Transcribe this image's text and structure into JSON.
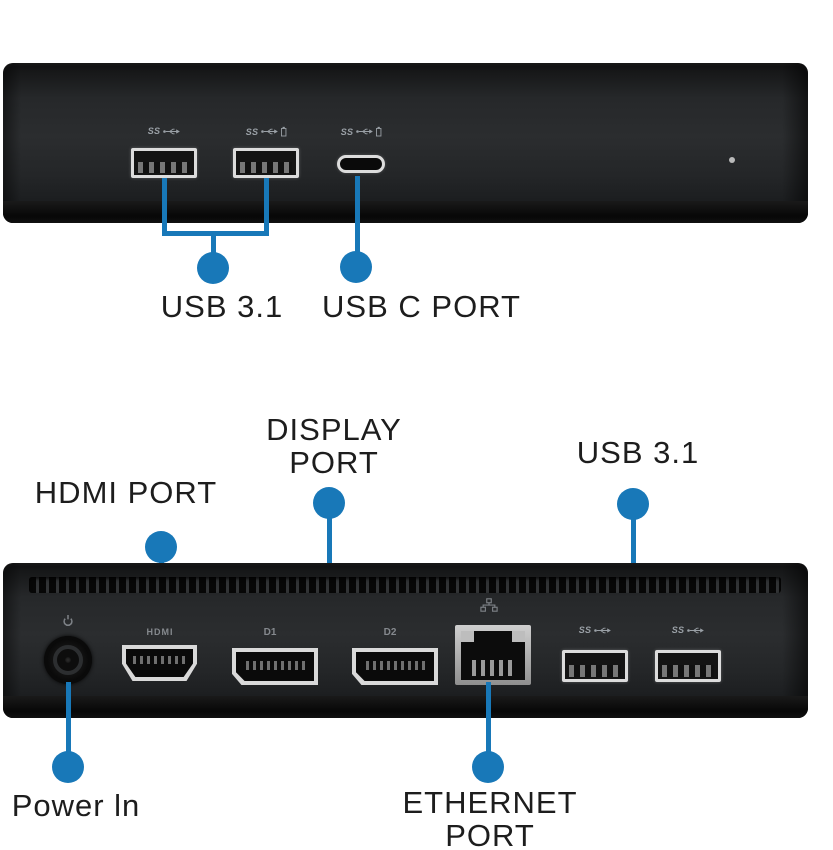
{
  "colors": {
    "accent": "#1878b8",
    "device_body": "#242628",
    "label_text": "#1d1d1d",
    "port_badge_gray": "#9aa0a6",
    "led": "#d4d4d4"
  },
  "front": {
    "view_name": "front-panel",
    "port_badges": [
      {
        "id": "usb-a-1",
        "text": "SS",
        "charging": false
      },
      {
        "id": "usb-a-2",
        "text": "SS",
        "charging": true
      },
      {
        "id": "usb-c",
        "text": "SS",
        "charging": true
      }
    ],
    "callouts": {
      "usb31": "USB 3.1",
      "usbc": "USB C PORT"
    }
  },
  "back": {
    "view_name": "back-panel",
    "badges": {
      "hdmi": "HDMI",
      "dp1": "D1",
      "dp2": "D2",
      "usb1": "SS",
      "usb2": "SS"
    },
    "callouts": {
      "hdmi": "HDMI PORT",
      "dp_line1": "DISPLAY",
      "dp_line2": "PORT",
      "usb31": "USB 3.1",
      "power": "Power ln",
      "eth_line1": "ETHERNET",
      "eth_line2": "PORT"
    }
  }
}
